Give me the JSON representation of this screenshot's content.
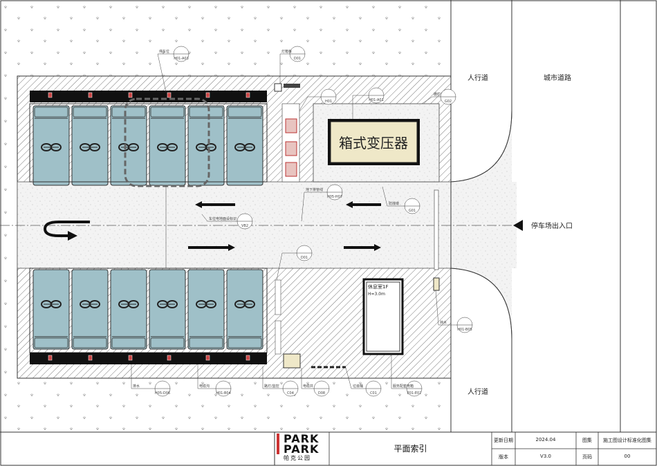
{
  "labels": {
    "sidewalk_top": "人行道",
    "sidewalk_bottom": "人行道",
    "city_road": "城市道路",
    "entrance": "停车场出入口",
    "transformer": "箱式变压器",
    "rest_room": "休息室1F",
    "rest_room_height": "H=3.0m"
  },
  "callouts": [
    {
      "id": "c1",
      "top": "停车位",
      "bottom": "H01-A03"
    },
    {
      "id": "c2",
      "top": "灯箱板",
      "bottom": "D01"
    },
    {
      "id": "c3",
      "top": "",
      "bottom": "H01-A01"
    },
    {
      "id": "c4",
      "top": "栅栏",
      "bottom": "G02"
    },
    {
      "id": "c5",
      "top": "",
      "bottom": "H01"
    },
    {
      "id": "c6",
      "top": "地下排管线",
      "bottom": "H05-H07"
    },
    {
      "id": "c7",
      "top": "防撞墩",
      "bottom": "G01"
    },
    {
      "id": "c8",
      "top": "车位电地面设标识",
      "bottom": "VB2"
    },
    {
      "id": "c9",
      "top": "",
      "bottom": "D01"
    },
    {
      "id": "c10",
      "top": "挡水",
      "bottom": "H01-B05"
    },
    {
      "id": "c11",
      "top": "排水",
      "bottom": "H05-D06"
    },
    {
      "id": "c12",
      "top": "电缆沟",
      "bottom": "H01-B04"
    },
    {
      "id": "c13",
      "top": "路灯/监控",
      "bottom": "C04"
    },
    {
      "id": "c14",
      "top": "电缆井",
      "bottom": "D08"
    },
    {
      "id": "c15",
      "top": "垃圾桶",
      "bottom": "C01"
    },
    {
      "id": "c16",
      "top": "服务配套电箱",
      "bottom": "E01-E02"
    }
  ],
  "title_block": {
    "logo_line1": "PARK",
    "logo_line2": "PARK",
    "logo_sub": "帕克公园",
    "drawing_name": "平面索引",
    "update_date_label": "更新日期",
    "update_date_value": "2024.04",
    "version_label": "版本",
    "version_value": "V3.0",
    "atlas_label": "图集",
    "atlas_value": "施工图设计标准化图集",
    "page_label": "页码",
    "page_value": "00"
  },
  "colors": {
    "stall_fill": "#9fc0c8",
    "transformer_fill": "#efe8c8",
    "gravel_fill": "#f2f2f2",
    "dark_border": "#111111"
  },
  "icons": [
    "charging-stall-icon",
    "turn-arrow-icon",
    "direction-arrow-icon",
    "entrance-arrow-icon",
    "grass-symbol-icon"
  ]
}
